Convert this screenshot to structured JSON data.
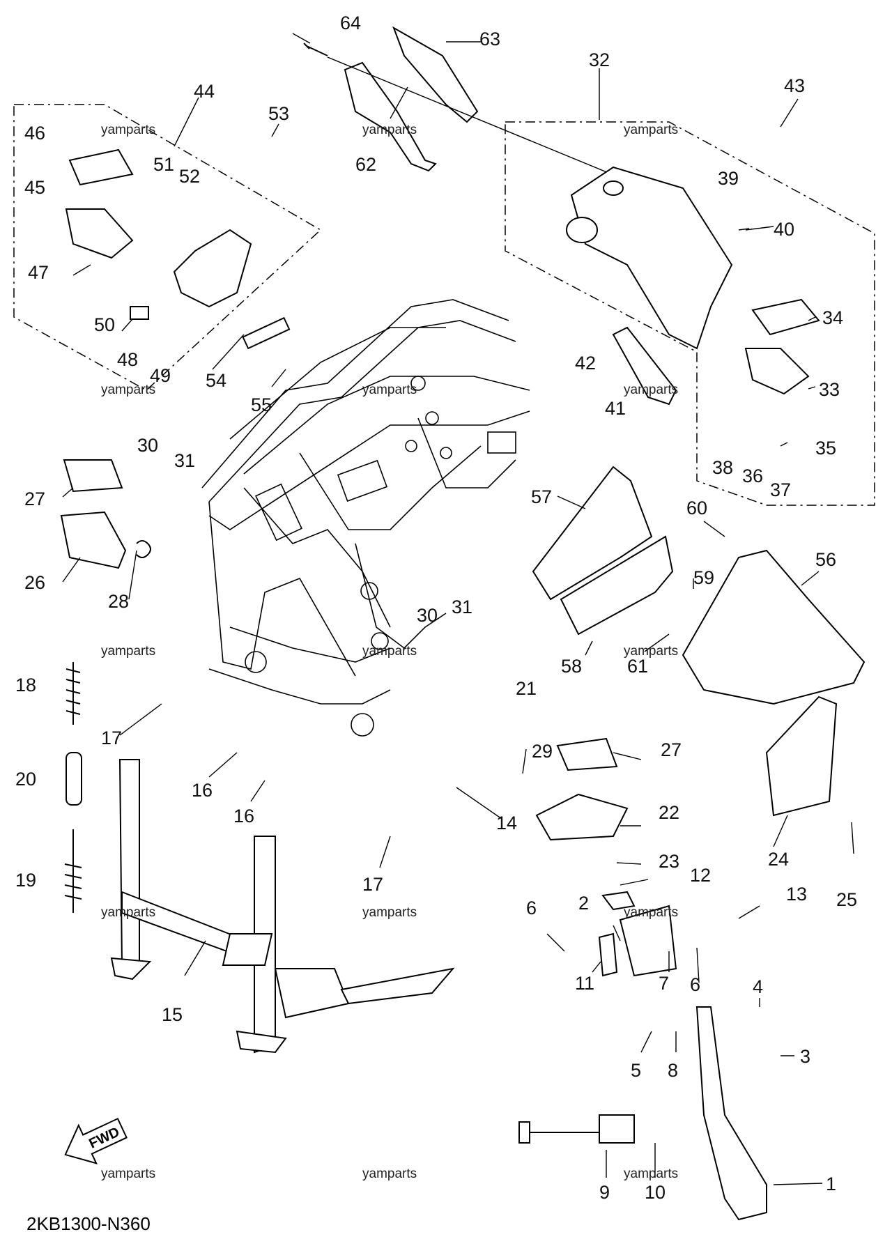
{
  "diagram_code": "2KB1300-N360",
  "watermark": "yamparts",
  "fwd_label": "FWD",
  "callouts": [
    "1",
    "2",
    "3",
    "4",
    "5",
    "6",
    "7",
    "8",
    "9",
    "10",
    "11",
    "12",
    "13",
    "14",
    "15",
    "16",
    "17",
    "18",
    "19",
    "20",
    "21",
    "22",
    "23",
    "24",
    "25",
    "26",
    "27",
    "28",
    "29",
    "30",
    "31",
    "32",
    "33",
    "34",
    "35",
    "36",
    "37",
    "38",
    "39",
    "40",
    "41",
    "42",
    "43",
    "44",
    "45",
    "46",
    "47",
    "48",
    "49",
    "50",
    "51",
    "52",
    "53",
    "54",
    "55",
    "56",
    "57",
    "58",
    "59",
    "60",
    "61",
    "62",
    "63",
    "64"
  ],
  "icons": {
    "fwd_arrow": "forward-arrow-icon"
  }
}
